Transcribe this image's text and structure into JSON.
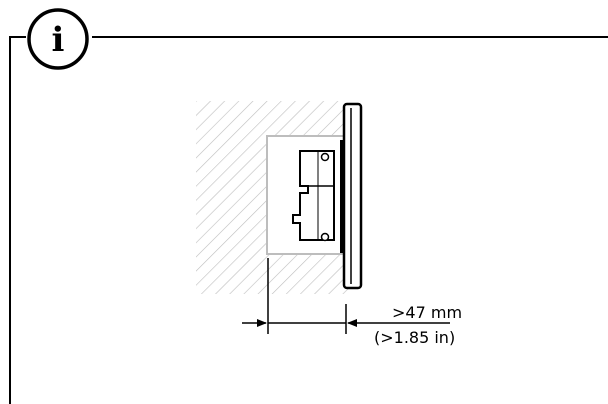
{
  "notice": {
    "icon": "info-icon",
    "glyph": "i"
  },
  "dimension": {
    "metric": ">47 mm",
    "imperial": "(>1.85 in)"
  },
  "colors": {
    "line": "#000000",
    "hatch": "#bdbdbd",
    "cutout": "#bdbdbd",
    "background": "#ffffff"
  }
}
